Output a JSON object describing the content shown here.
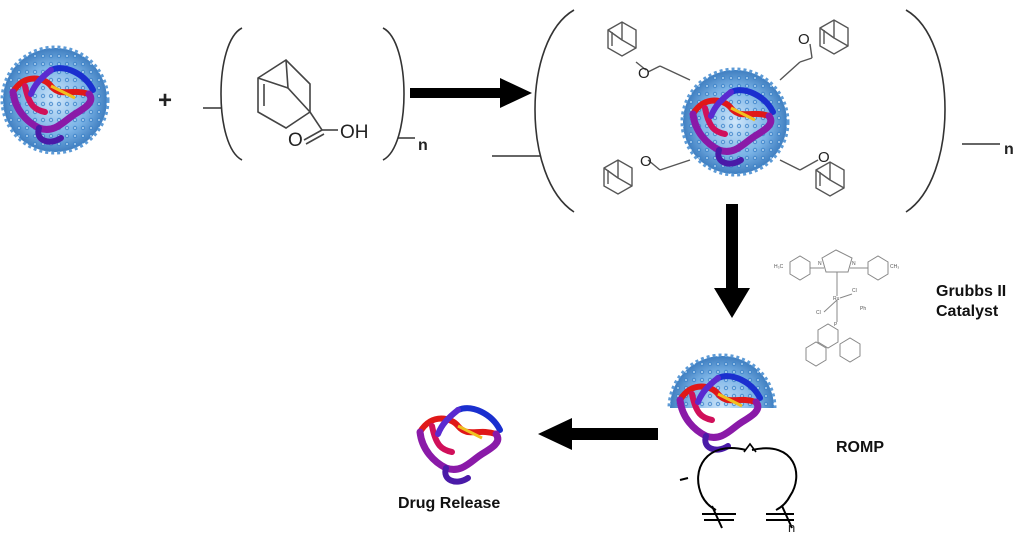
{
  "labels": {
    "plus": "+",
    "subscript_n_1": "n",
    "carbonyl_o": "O",
    "hydroxyl": "OH",
    "subscript_n_2": "n",
    "subscript_n_3": "n",
    "catalyst_line1": "Grubbs II",
    "catalyst_line2": "Catalyst",
    "romp": "ROMP",
    "drug_release": "Drug Release"
  },
  "catalyst_atoms": {
    "n_left": "N",
    "n_right": "N",
    "ru": "Ru",
    "cl_top": "Cl",
    "cl_left": "Cl",
    "ph": "Ph",
    "p": "P",
    "me": "H₃C",
    "me_right": "CH₃"
  },
  "colors": {
    "nanoparticle": "#4a8ed0",
    "nanoparticle_light": "#a9cff0",
    "drug_red": "#e01818",
    "drug_blue": "#1a2fcf",
    "drug_purple": "#6a1aa0",
    "drug_yellow": "#f0c020",
    "arrow": "#000000",
    "structure_line": "#555555"
  }
}
